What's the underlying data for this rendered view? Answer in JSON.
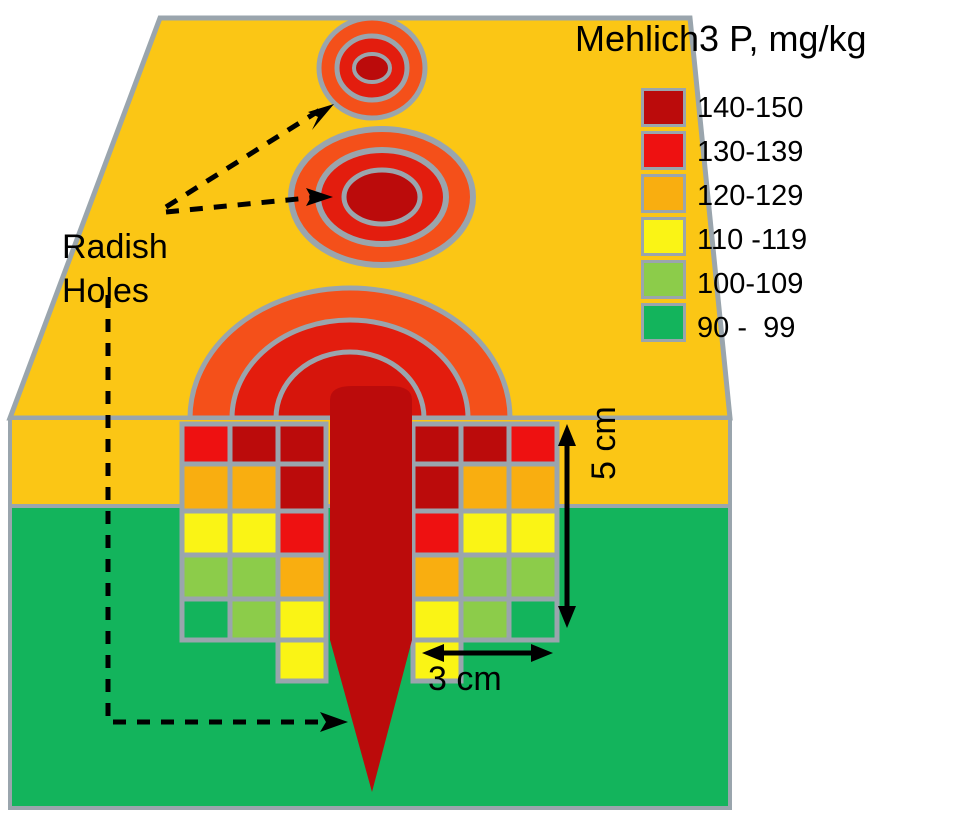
{
  "figure": {
    "title": "Mehlich3 P, mg/kg",
    "annotation_label_line1": "Radish",
    "annotation_label_line2": "Holes",
    "scale_horizontal": "3 cm",
    "scale_vertical": "5 cm"
  },
  "legend": {
    "title": "Mehlich3 P, mg/kg",
    "entries": [
      {
        "label": "140-150",
        "color": "#bb0b0b"
      },
      {
        "label": "130-139",
        "color": "#ee1111"
      },
      {
        "label": "120-129",
        "color": "#f9ae10"
      },
      {
        "label": "110 -119",
        "color": "#faf415"
      },
      {
        "label": "100-109",
        "color": "#8ccc4a"
      },
      {
        "label": "90 -  99",
        "color": "#13b45c"
      }
    ]
  },
  "palette": {
    "darkred": "#bb0b0b",
    "red": "#ee1111",
    "orange": "#f9ae10",
    "yellow": "#faf415",
    "ltgreen": "#8ccc4a",
    "green": "#13b45c",
    "topsoil": "#fbc615",
    "subsoil": "#13b45c",
    "outline": "#9aa5ad",
    "halo_orange": "#f4501a",
    "ring_red": "#e31d0e",
    "core_darkred": "#bb0b0b",
    "background": "#ffffff"
  },
  "chart_data": {
    "type": "heatmap",
    "title": "Mehlich3 P, mg/kg",
    "units": "mg/kg",
    "description": "Soil block cross-section showing Mehlich3 extractable phosphorus concentration classes around radish root holes",
    "legend_bins": [
      "140-150",
      "130-139",
      "120-129",
      "110 -119",
      "100-109",
      "90 -  99"
    ],
    "cell_size_cm": 1,
    "grid_width_cm": 3,
    "grid_depth_cm": 5,
    "left_grid": {
      "columns": 3,
      "rows": 6,
      "cells": [
        [
          "red",
          "darkred",
          "darkred"
        ],
        [
          "orange",
          "orange",
          "darkred"
        ],
        [
          "yellow",
          "yellow",
          "red"
        ],
        [
          "ltgreen",
          "ltgreen",
          "orange"
        ],
        [
          "green",
          "ltgreen",
          "yellow"
        ],
        [
          null,
          null,
          "yellow"
        ]
      ]
    },
    "right_grid": {
      "columns": 3,
      "rows": 6,
      "cells": [
        [
          "darkred",
          "darkred",
          "red"
        ],
        [
          "darkred",
          "orange",
          "orange"
        ],
        [
          "red",
          "yellow",
          "yellow"
        ],
        [
          "orange",
          "ltgreen",
          "ltgreen"
        ],
        [
          "yellow",
          "ltgreen",
          "green"
        ],
        [
          "yellow",
          null,
          null
        ]
      ]
    },
    "soil_horizons": [
      {
        "name": "topsoil",
        "color": "#fbc615",
        "class": "120-129"
      },
      {
        "name": "subsoil",
        "color": "#13b45c",
        "class": "90 -  99"
      }
    ],
    "features": [
      {
        "name": "small-radish-hole-top-view",
        "shape": "concentric-circles",
        "rings": 3
      },
      {
        "name": "large-radish-hole-top-view",
        "shape": "concentric-circles",
        "rings": 3
      },
      {
        "name": "radish-taproot-profile",
        "shape": "tapered-root",
        "halo_rings": 4
      }
    ]
  }
}
